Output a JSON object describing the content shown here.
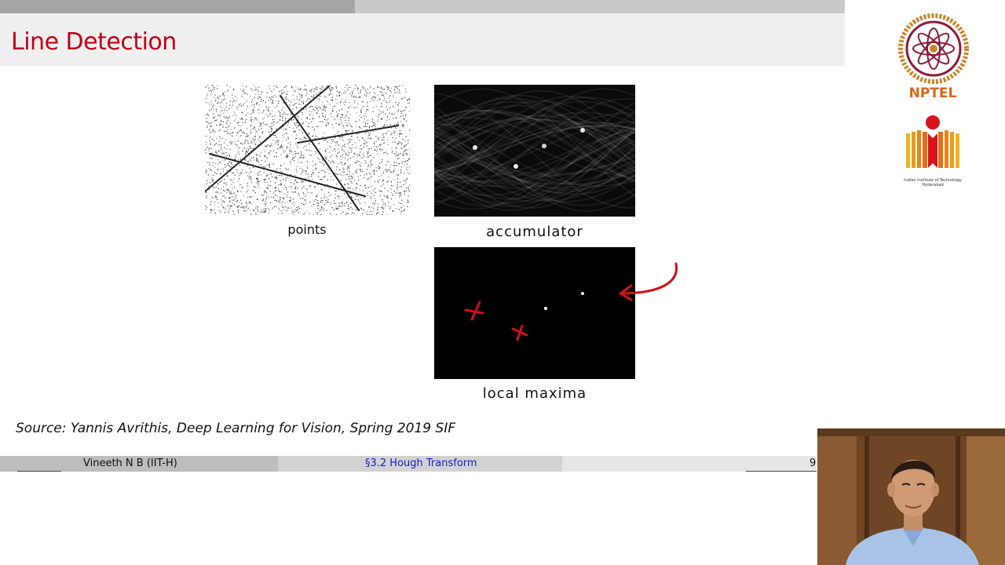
{
  "slide": {
    "title": "Line Detection",
    "progress_fraction": 0.42
  },
  "logos": {
    "nptel_label": "NPTEL",
    "iith_label": "Indian Institute of Technology Hyderabad",
    "nptel_color": "#d9661a",
    "iith_color": "#e8a21c"
  },
  "figures": {
    "points_caption": "points",
    "accumulator_caption": "accumulator",
    "local_maxima_caption": "local maxima"
  },
  "source": "Source:  Yannis Avrithis, Deep Learning for Vision, Spring 2019 SIF",
  "footer": {
    "author": "Vineeth N B  (IIT-H)",
    "section": "§3.2 Hough Transform",
    "page": "9",
    "section_color": "#1a1acc"
  },
  "colors": {
    "title": "#c00018",
    "annotation": "#d0101a"
  }
}
